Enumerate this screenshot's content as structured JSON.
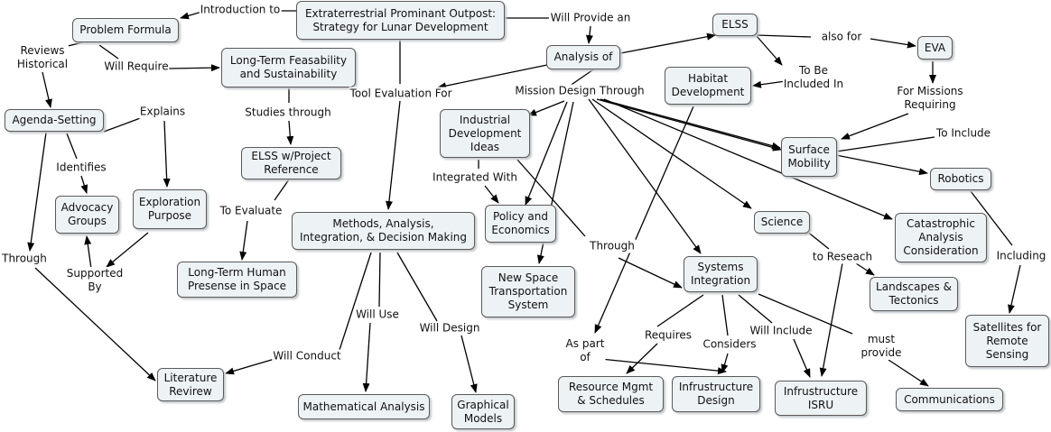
{
  "nodes": [
    {
      "id": "outpost",
      "label": "Extraterrestrial Prominant Outpost:\nStrategy for Lunar Development"
    },
    {
      "id": "problem",
      "label": "Problem Formula"
    },
    {
      "id": "longterm",
      "label": "Long-Term Feasability\nand Sustainability"
    },
    {
      "id": "agenda",
      "label": "Agenda-Setting"
    },
    {
      "id": "elssref",
      "label": "ELSS w/Project\nReference"
    },
    {
      "id": "advocacy",
      "label": "Advocacy\nGroups"
    },
    {
      "id": "exploration",
      "label": "Exploration\nPurpose"
    },
    {
      "id": "methods",
      "label": "Methods, Analysis,\nIntegration, & Decision Making"
    },
    {
      "id": "presence",
      "label": "Long-Term Human\nPresense in Space"
    },
    {
      "id": "literature",
      "label": "Literature\nRevirew"
    },
    {
      "id": "math",
      "label": "Mathematical Analysis"
    },
    {
      "id": "graphical",
      "label": "Graphical\nModels"
    },
    {
      "id": "analysis",
      "label": "Analysis of"
    },
    {
      "id": "elss",
      "label": "ELSS"
    },
    {
      "id": "eva",
      "label": "EVA"
    },
    {
      "id": "habitat",
      "label": "Habitat\nDevelopment"
    },
    {
      "id": "industrial",
      "label": "Industrial\nDevelopment\nIdeas"
    },
    {
      "id": "policy",
      "label": "Policy and\nEconomics"
    },
    {
      "id": "transport",
      "label": "New Space\nTransportation\nSystem"
    },
    {
      "id": "surface",
      "label": "Surface\nMobility"
    },
    {
      "id": "robotics",
      "label": "Robotics"
    },
    {
      "id": "science",
      "label": "Science"
    },
    {
      "id": "catastrophic",
      "label": "Catastrophic\nAnalysis\nConsideration"
    },
    {
      "id": "systems",
      "label": "Systems\nIntegration"
    },
    {
      "id": "landscapes",
      "label": "Landscapes &\nTectonics"
    },
    {
      "id": "satellites",
      "label": "Satellites for\nRemote\nSensing"
    },
    {
      "id": "resource",
      "label": "Resource Mgmt\n& Schedules"
    },
    {
      "id": "infdesign",
      "label": "Infrustructure\nDesign"
    },
    {
      "id": "infisru",
      "label": "Infrustructure\nISRU"
    },
    {
      "id": "comms",
      "label": "Communications"
    }
  ],
  "labels": [
    {
      "id": "intro",
      "text": "Introduction to"
    },
    {
      "id": "willprovide",
      "text": "Will Provide an"
    },
    {
      "id": "reviews",
      "text": "Reviews\nHistorical"
    },
    {
      "id": "willrequire",
      "text": "Will Require"
    },
    {
      "id": "toolevaluation",
      "text": "Tool Evaluation For"
    },
    {
      "id": "missiondesign",
      "text": "Mission Design Through"
    },
    {
      "id": "alsofor",
      "text": "also for"
    },
    {
      "id": "tobeincluded",
      "text": "To Be\nIncluded In"
    },
    {
      "id": "formissions",
      "text": "For Missions\nRequiring"
    },
    {
      "id": "explains",
      "text": "Explains"
    },
    {
      "id": "studies",
      "text": "Studies through"
    },
    {
      "id": "identifies",
      "text": "Identifies"
    },
    {
      "id": "integratedwith",
      "text": "Integrated With"
    },
    {
      "id": "toinclude",
      "text": "To Include"
    },
    {
      "id": "toevaluate",
      "text": "To Evaluate"
    },
    {
      "id": "through1",
      "text": "Through"
    },
    {
      "id": "through2",
      "text": "Through"
    },
    {
      "id": "supportedby",
      "text": "Supported\nBy"
    },
    {
      "id": "including",
      "text": "Including"
    },
    {
      "id": "toreseach",
      "text": "to Reseach"
    },
    {
      "id": "willuse",
      "text": "Will Use"
    },
    {
      "id": "willdesign",
      "text": "Will Design"
    },
    {
      "id": "willconduct",
      "text": "Will Conduct"
    },
    {
      "id": "requires",
      "text": "Requires"
    },
    {
      "id": "willinclude",
      "text": "Will Include"
    },
    {
      "id": "considers",
      "text": "Considers"
    },
    {
      "id": "mustprovide",
      "text": "must\nprovide"
    },
    {
      "id": "aspartof",
      "text": "As part\nof"
    }
  ]
}
